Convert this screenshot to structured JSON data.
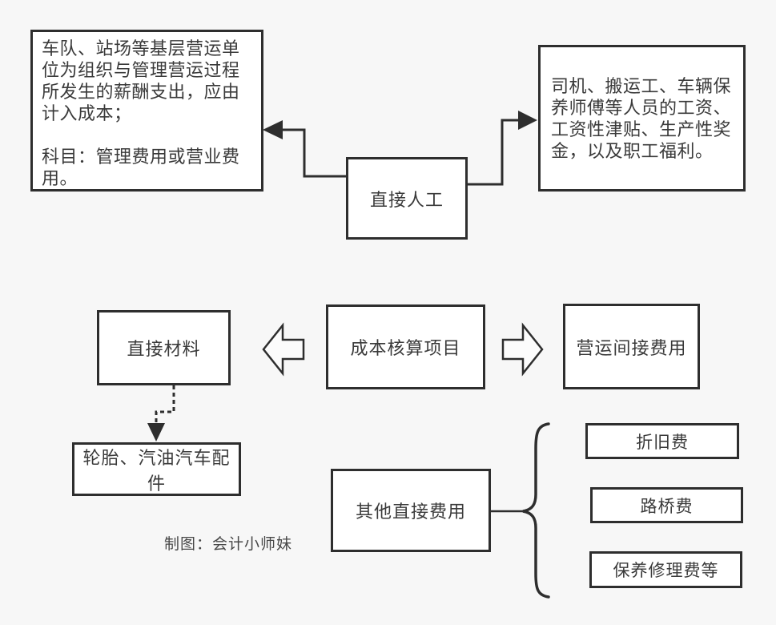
{
  "colors": {
    "background": "#f7f7f7",
    "box_fill": "#ffffff",
    "line": "#2e2e2e",
    "text": "#3a3a3a"
  },
  "diagram": {
    "center_node": "成本核算项目",
    "nodes": {
      "direct_labor": "直接人工",
      "direct_materials": "直接材料",
      "operating_indirect_cost": "营运间接费用",
      "other_direct_cost": "其他直接费用",
      "materials_example": "轮胎、汽油汽车配件",
      "depreciation_fee": "折旧费",
      "road_bridge_fee": "路桥费",
      "maintenance_repair_fee": "保养修理费等"
    },
    "notes": {
      "admin_note": {
        "para1": "车队、站场等基层营运单位为组织与管理营运过程所发生的薪酬支出，应由计入成本；",
        "para2": "科目：管理费用或营业费用。"
      },
      "direct_note": "司机、搬运工、车辆保养师傅等人员的工资、工资性津贴、生产性奖金，以及职工福利。"
    },
    "caption": "制图：会计小师妹"
  }
}
